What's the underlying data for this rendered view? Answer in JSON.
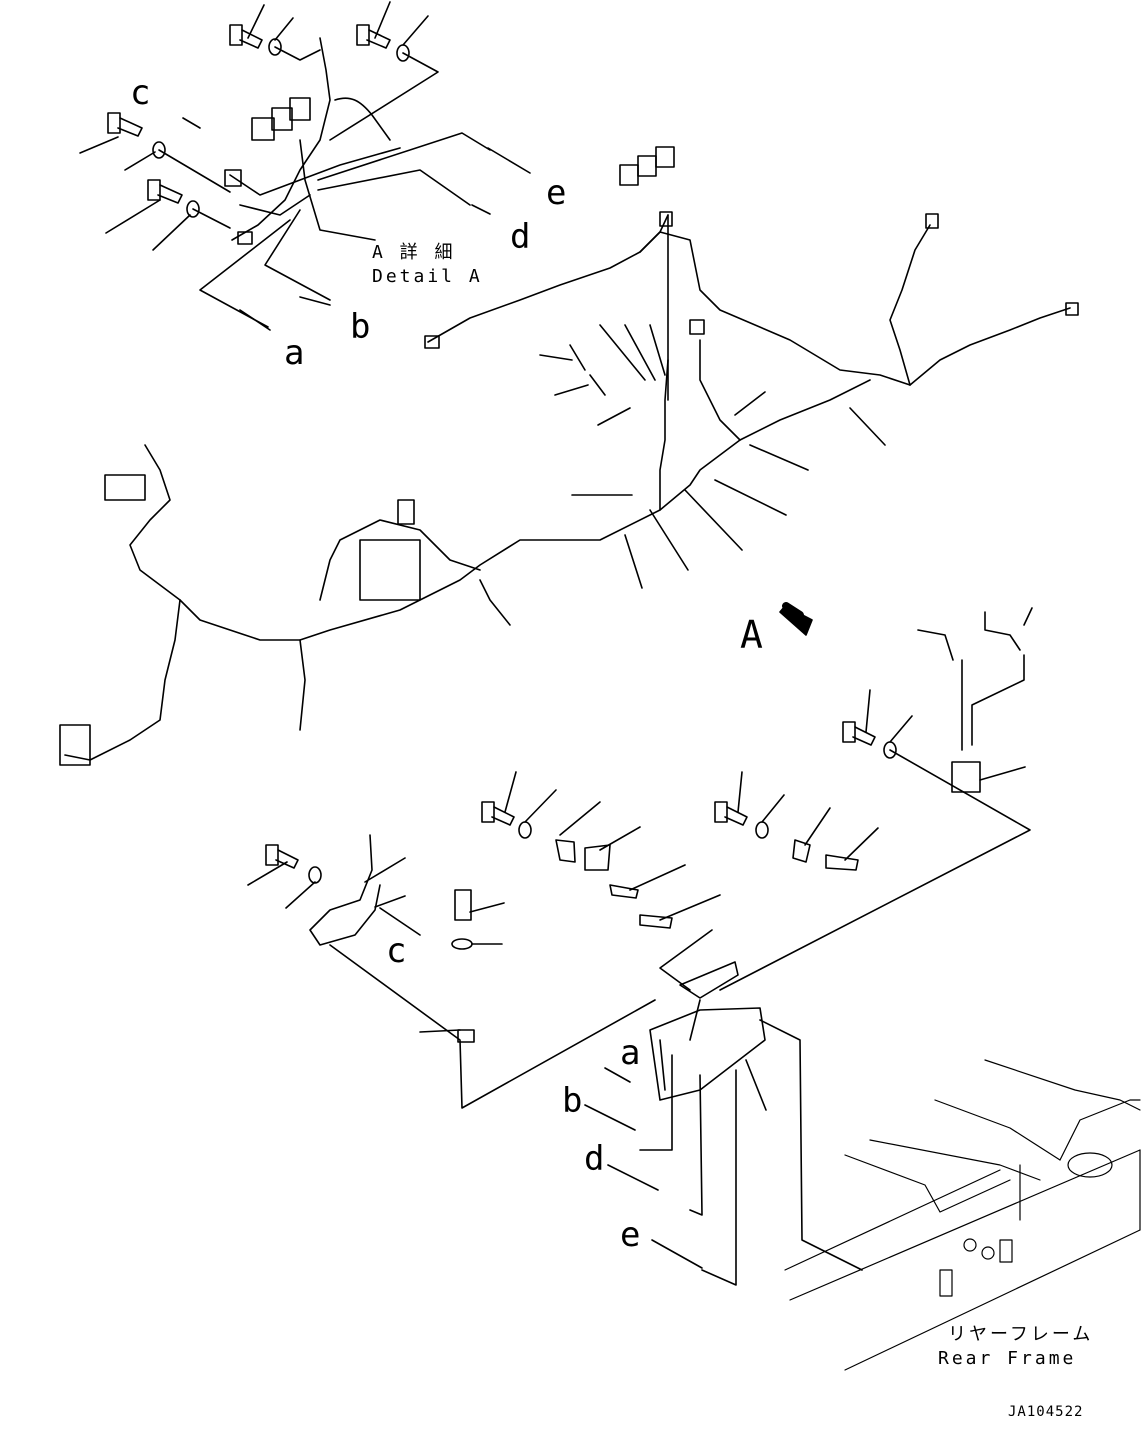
{
  "detail": {
    "title_jp": "A 詳 細",
    "title_en": "Detail A"
  },
  "view_marker": "A",
  "callouts": {
    "top": [
      "c",
      "e",
      "d",
      "b",
      "a"
    ],
    "bottom": [
      "c",
      "a",
      "b",
      "d",
      "e"
    ]
  },
  "frame": {
    "name_jp": "リヤーフレーム",
    "name_en": "Rear Frame"
  },
  "drawing_number": "JA104522"
}
